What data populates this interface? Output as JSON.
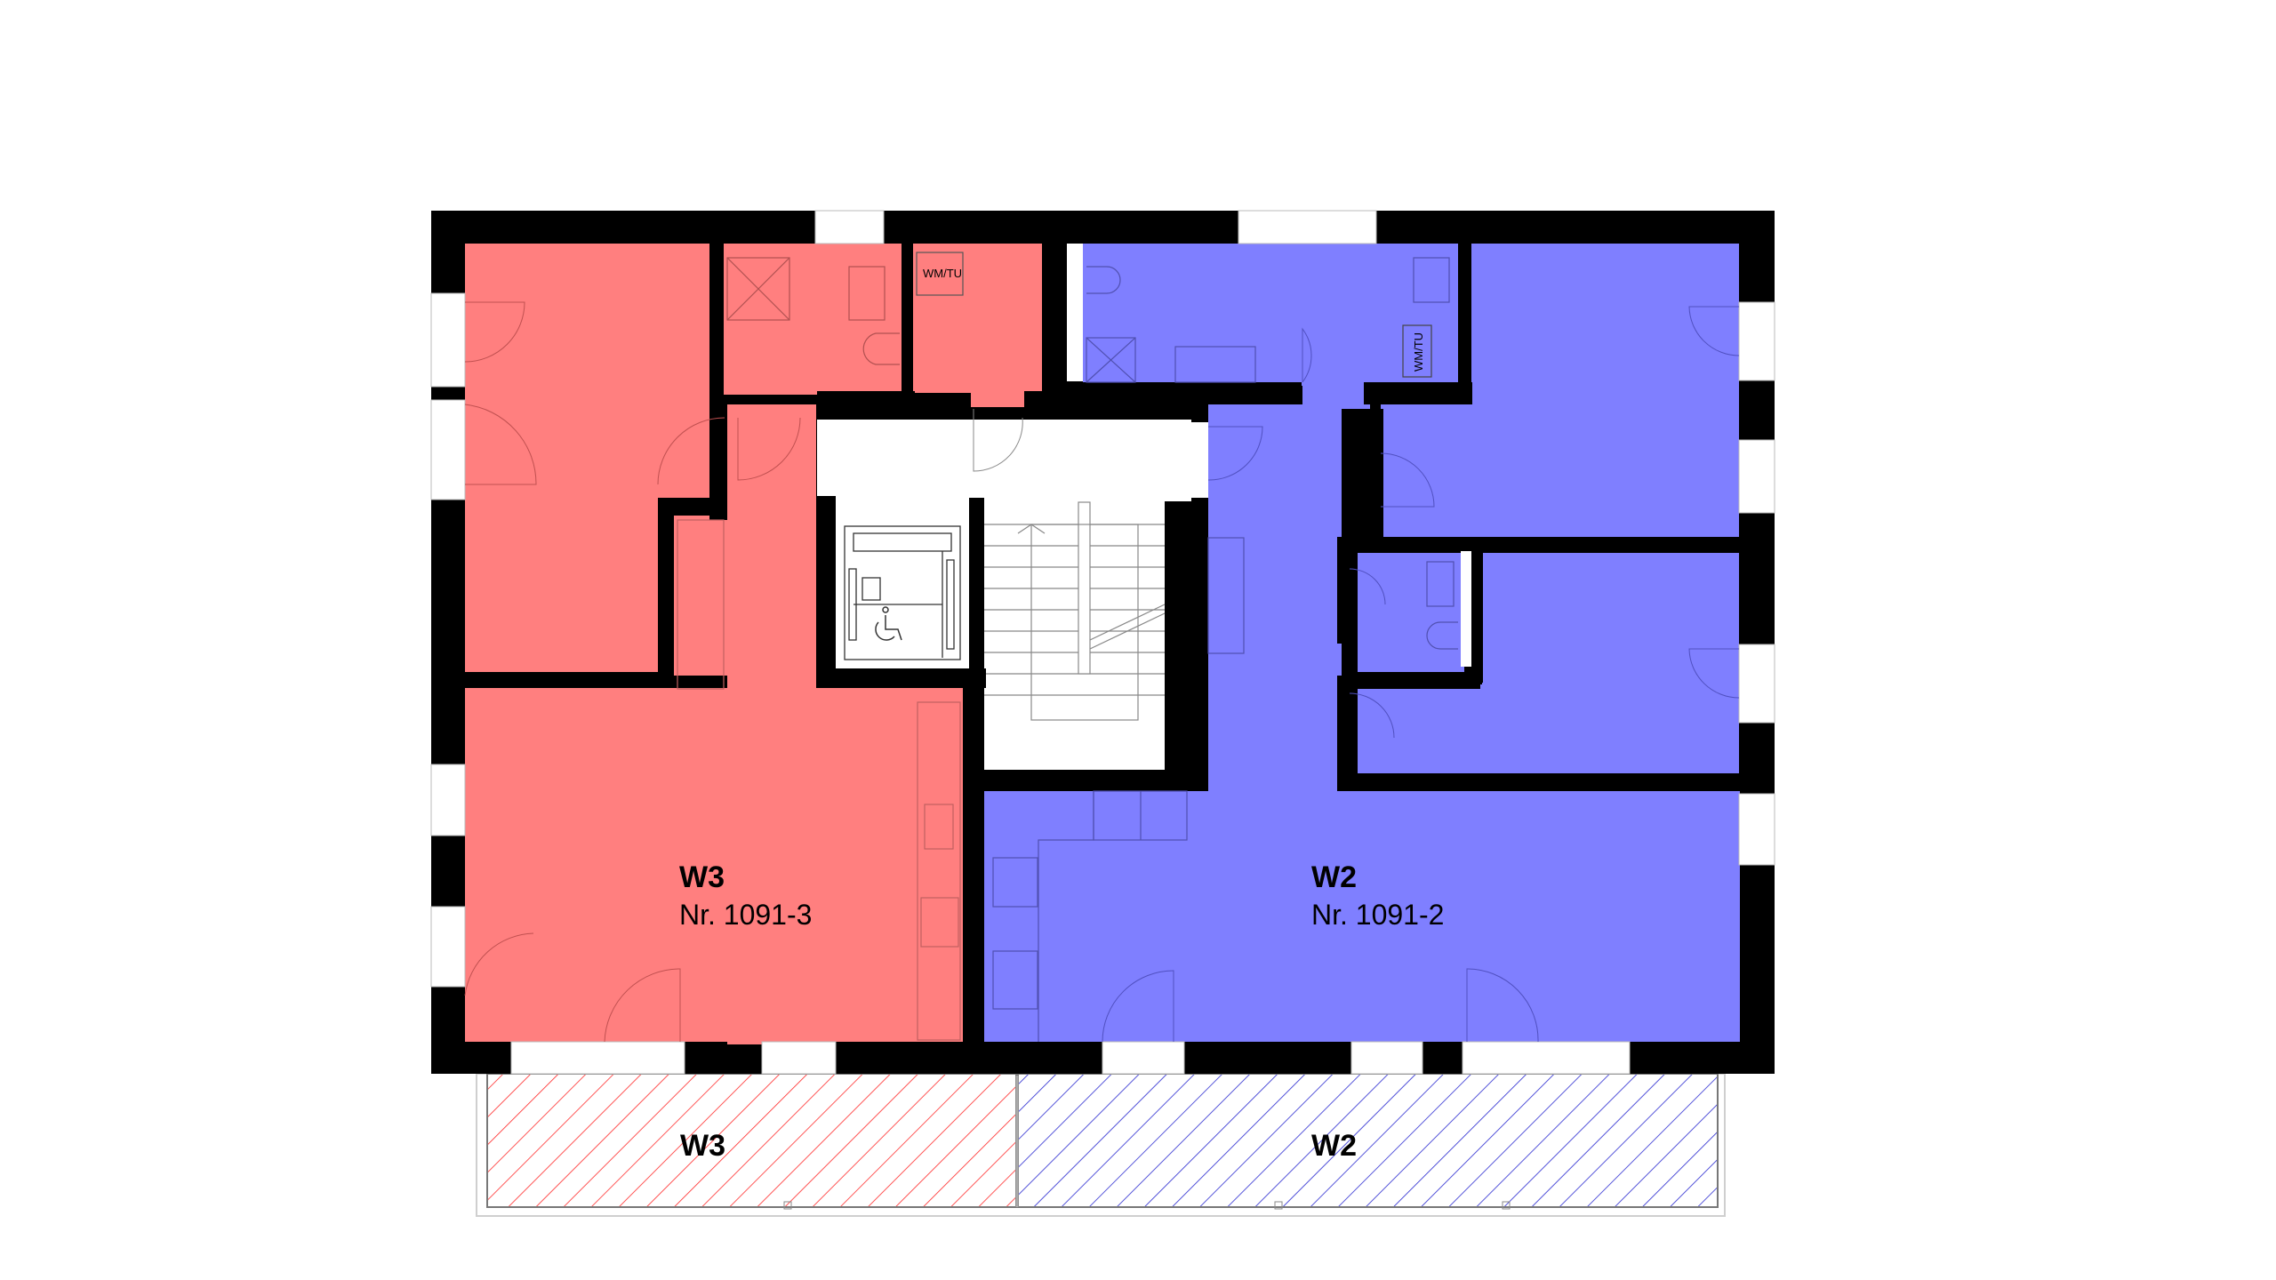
{
  "plan": {
    "colors": {
      "unit_w3": "#ff7f7f",
      "unit_w2": "#7f7fff",
      "wall": "#000000",
      "core": "#ffffff",
      "hatch_w3": "#ff2020",
      "hatch_w2": "#2020d0"
    },
    "units": [
      {
        "id": "W3",
        "name": "W3",
        "number": "Nr. 1091-3"
      },
      {
        "id": "W2",
        "name": "W2",
        "number": "Nr. 1091-2"
      }
    ],
    "balconies": [
      {
        "label": "W3"
      },
      {
        "label": "W2"
      }
    ],
    "appliance_labels": {
      "w3_laundry": "WM/TU",
      "w2_laundry": "WM/TU"
    },
    "icons": {
      "elevator": "wheelchair-accessible-icon"
    }
  }
}
